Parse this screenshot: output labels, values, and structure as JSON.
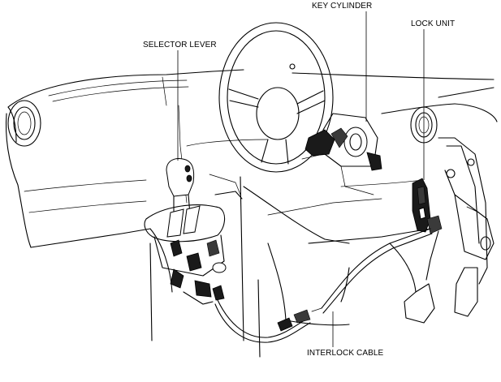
{
  "labels": {
    "key_cylinder": "KEY CYLINDER",
    "lock_unit": "LOCK UNIT",
    "selector_lever": "SELECTOR LEVER",
    "interlock_cable": "INTERLOCK CABLE"
  }
}
